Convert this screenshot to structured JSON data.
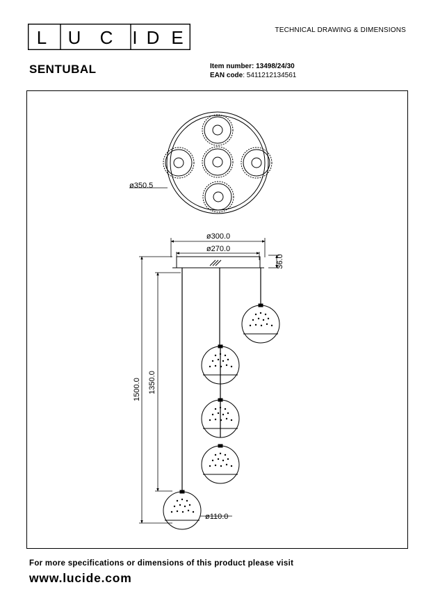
{
  "brand": {
    "letters": [
      "L",
      "U",
      "C",
      "I",
      "D",
      "E"
    ]
  },
  "header": {
    "doc_type": "TECHNICAL DRAWING & DIMENSIONS",
    "product_name": "SENTUBAL",
    "item_label": "Item number:",
    "item_value": "13498/24/30",
    "ean_label": "EAN code",
    "ean_value": ": 5411212134561"
  },
  "dimensions": {
    "top_diameter": "ø350.5",
    "canopy_diameter": "ø300.0",
    "mount_diameter": "ø270.0",
    "canopy_height": "36.0",
    "total_height": "1500.0",
    "cable_length": "1350.0",
    "shade_diameter": "ø110.0"
  },
  "footer": {
    "note": "For more specifications or dimensions of this product please visit",
    "url": "www.lucide.com"
  }
}
